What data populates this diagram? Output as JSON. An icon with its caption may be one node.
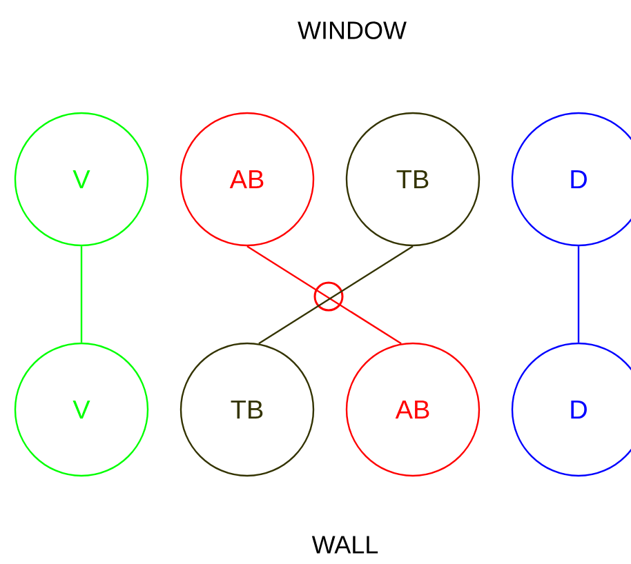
{
  "diagram": {
    "title": "WINDOW",
    "nodes": [
      {
        "text": [
          "V"
        ]
      },
      {
        "text": [
          "AB"
        ]
      },
      {
        "text": [
          "TB"
        ]
      },
      {
        "text": [
          "D"
        ]
      },
      {
        "text": [
          "V"
        ]
      },
      {
        "text": [
          "TB"
        ]
      },
      {
        "text": [
          "AB"
        ]
      },
      {
        "text": [
          "D"
        ]
      }
    ],
    "edges": [
      {
        "from": 0,
        "to": 4,
        "arrow": "none",
        "color": "#00ff00"
      },
      {
        "from": 1,
        "to": 6,
        "arrow": "none",
        "color": "#ff0000"
      },
      {
        "from": 2,
        "to": 5,
        "arrow": "none",
        "color": "#333300"
      },
      {
        "from": 3,
        "to": 7,
        "arrow": "none",
        "color": "#0000ff"
      }
    ],
    "labels": [
      "WALL"
    ]
  }
}
